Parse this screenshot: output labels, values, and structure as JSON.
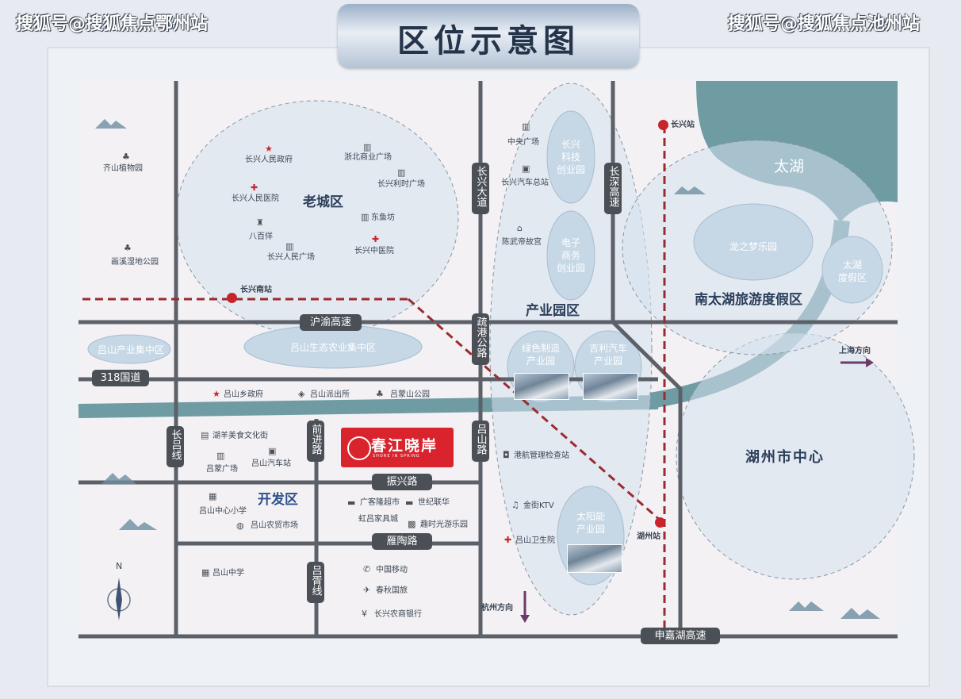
{
  "title": "区位示意图",
  "watermarks": {
    "left": "搜狐号@搜狐焦点鄂州站",
    "right": "搜狐号@搜狐焦点池州站"
  },
  "zones": {
    "old_city": "老城区",
    "industrial": "产业园区",
    "dev_zone": "开发区",
    "resort": "南太湖旅游度假区",
    "huzhou": "湖州市中心",
    "taihu": "太湖"
  },
  "roads": {
    "changxing_ave": "长兴大道",
    "changshen": "长深高速",
    "shugang": "疏港公路",
    "huyu": "沪渝高速",
    "g318": "318国道",
    "changlv": "长吕线",
    "qianjin": "前进路",
    "lvshan_rd": "吕山路",
    "zhenxing": "振兴路",
    "yantao": "雁陶路",
    "lvxu": "吕胥线",
    "shenjiahu": "申嘉湖高速"
  },
  "ovals": {
    "kj": "长兴\n科技\n创业园",
    "dz": "电子\n商务\n创业园",
    "lsmfg": "绿色制造\n产业园",
    "geely": "吉利汽车\n产业园",
    "solar": "太阳能\n产业园",
    "eco": "吕山生态农业集中区",
    "lvshan_ind": "吕山产业集中区",
    "dragon": "龙之梦乐园",
    "taihu_res": "太湖\n度假区"
  },
  "project": {
    "name": "春江晓岸",
    "sub": "SHORE IN SPRING"
  },
  "stations": {
    "changxing": "长兴站",
    "changxing_south": "长兴南站",
    "huzhou": "湖州站"
  },
  "directions": {
    "shanghai": "上海方向",
    "hangzhou": "杭州方向"
  },
  "pois": {
    "qishan": "齐山植物园",
    "huaxi": "画溪湿地公园",
    "gov": "长兴人民政府",
    "zhebei": "浙北商业广场",
    "lishi": "长兴利时广场",
    "hospital": "长兴人民医院",
    "dongyu": "东鱼坊",
    "baibai": "八百佯",
    "people_sq": "长兴人民广场",
    "tcm": "长兴中医院",
    "central": "中央广场",
    "bus": "长兴汽车总站",
    "chenwu": "陈武帝故宫",
    "lvshan_gov": "吕山乡政府",
    "police": "吕山派出所",
    "lvmeng_park": "吕蒙山公园",
    "huyang": "湖羊美食文化街",
    "lvmeng_sq": "吕蒙广场",
    "lvshan_bus": "吕山汽车站",
    "port": "港航管理检查站",
    "jinjie": "金街KTV",
    "clinic": "吕山卫生院",
    "primary": "吕山中心小学",
    "market": "吕山农贸市场",
    "guangke": "广客隆超市",
    "shiji": "世纪联华",
    "hongluu": "虹吕家具城",
    "quzhuo": "趣时光游乐园",
    "middle": "吕山中学",
    "mobile": "中国移动",
    "chunqiu": "春秋国旅",
    "bank": "长兴农商银行"
  },
  "compass": {
    "north": "N"
  }
}
